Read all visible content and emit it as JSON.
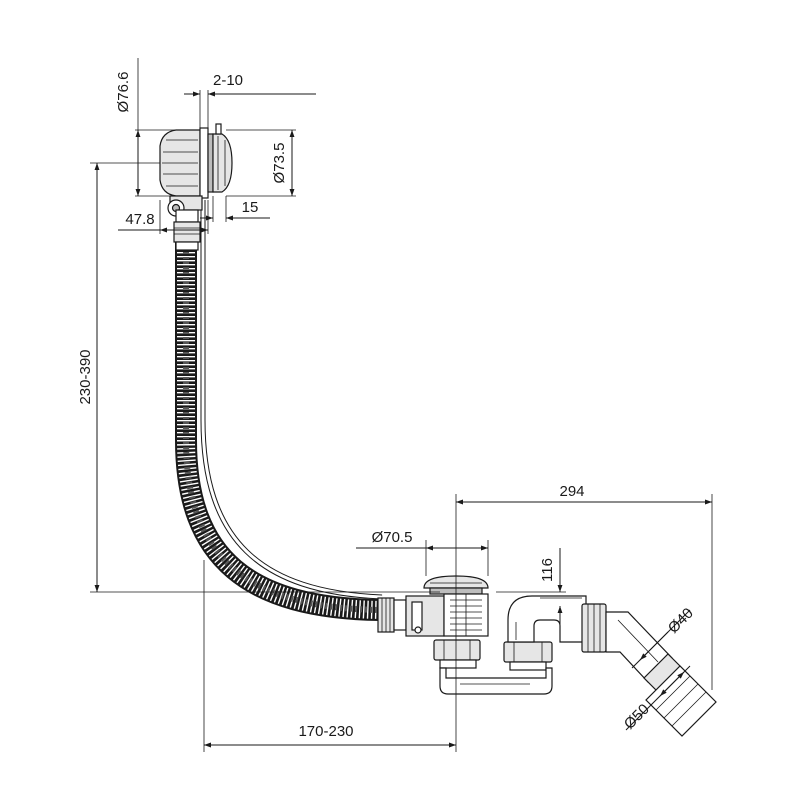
{
  "dimensions": {
    "overflow_diameter": "Ø76.6",
    "wall_thickness": "2-10",
    "cover_diameter": "Ø73.5",
    "offset_15": "15",
    "offset_47_8": "47.8",
    "vertical_length": "230-390",
    "waste_diameter": "Ø70.5",
    "overall_width": "294",
    "height_116": "116",
    "horizontal_length": "170-230",
    "pipe_diameter_40": "Ø40",
    "pipe_diameter_50": "Ø50"
  }
}
